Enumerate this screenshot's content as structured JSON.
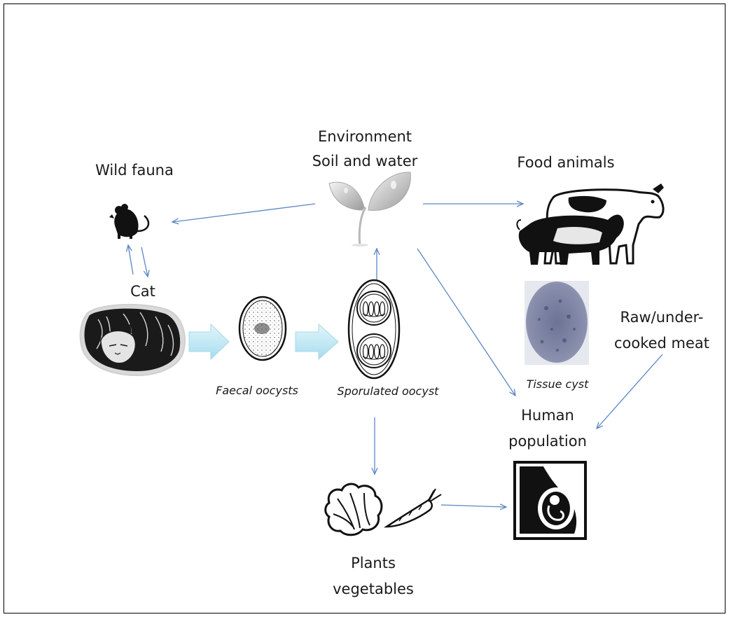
{
  "labels": {
    "environment": "Environment",
    "soil_water": "Soil and water",
    "wild_fauna": "Wild fauna",
    "food_animals": "Food animals",
    "cat": "Cat",
    "faecal_oocysts": "Faecal oocysts",
    "sporulated_oocyst": "Sporulated oocyst",
    "tissue_cyst": "Tissue cyst",
    "raw_meat_line1": "Raw/under-",
    "raw_meat_line2": "cooked meat",
    "human_line1": "Human",
    "human_line2": "population",
    "plants_line1": "Plants",
    "plants_line2": "vegetables"
  },
  "colors": {
    "arrow": "#5b86c5",
    "block_arrow": "#b9e6f3",
    "text": "#1a1a1a"
  },
  "icons": [
    "leaf-icon",
    "mouse-icon",
    "cow-icon",
    "pig-icon",
    "cat-icon",
    "oocyst-icon",
    "sporulated-oocyst-icon",
    "tissue-cyst-icon",
    "lettuce-icon",
    "carrot-icon",
    "pregnancy-icon"
  ]
}
